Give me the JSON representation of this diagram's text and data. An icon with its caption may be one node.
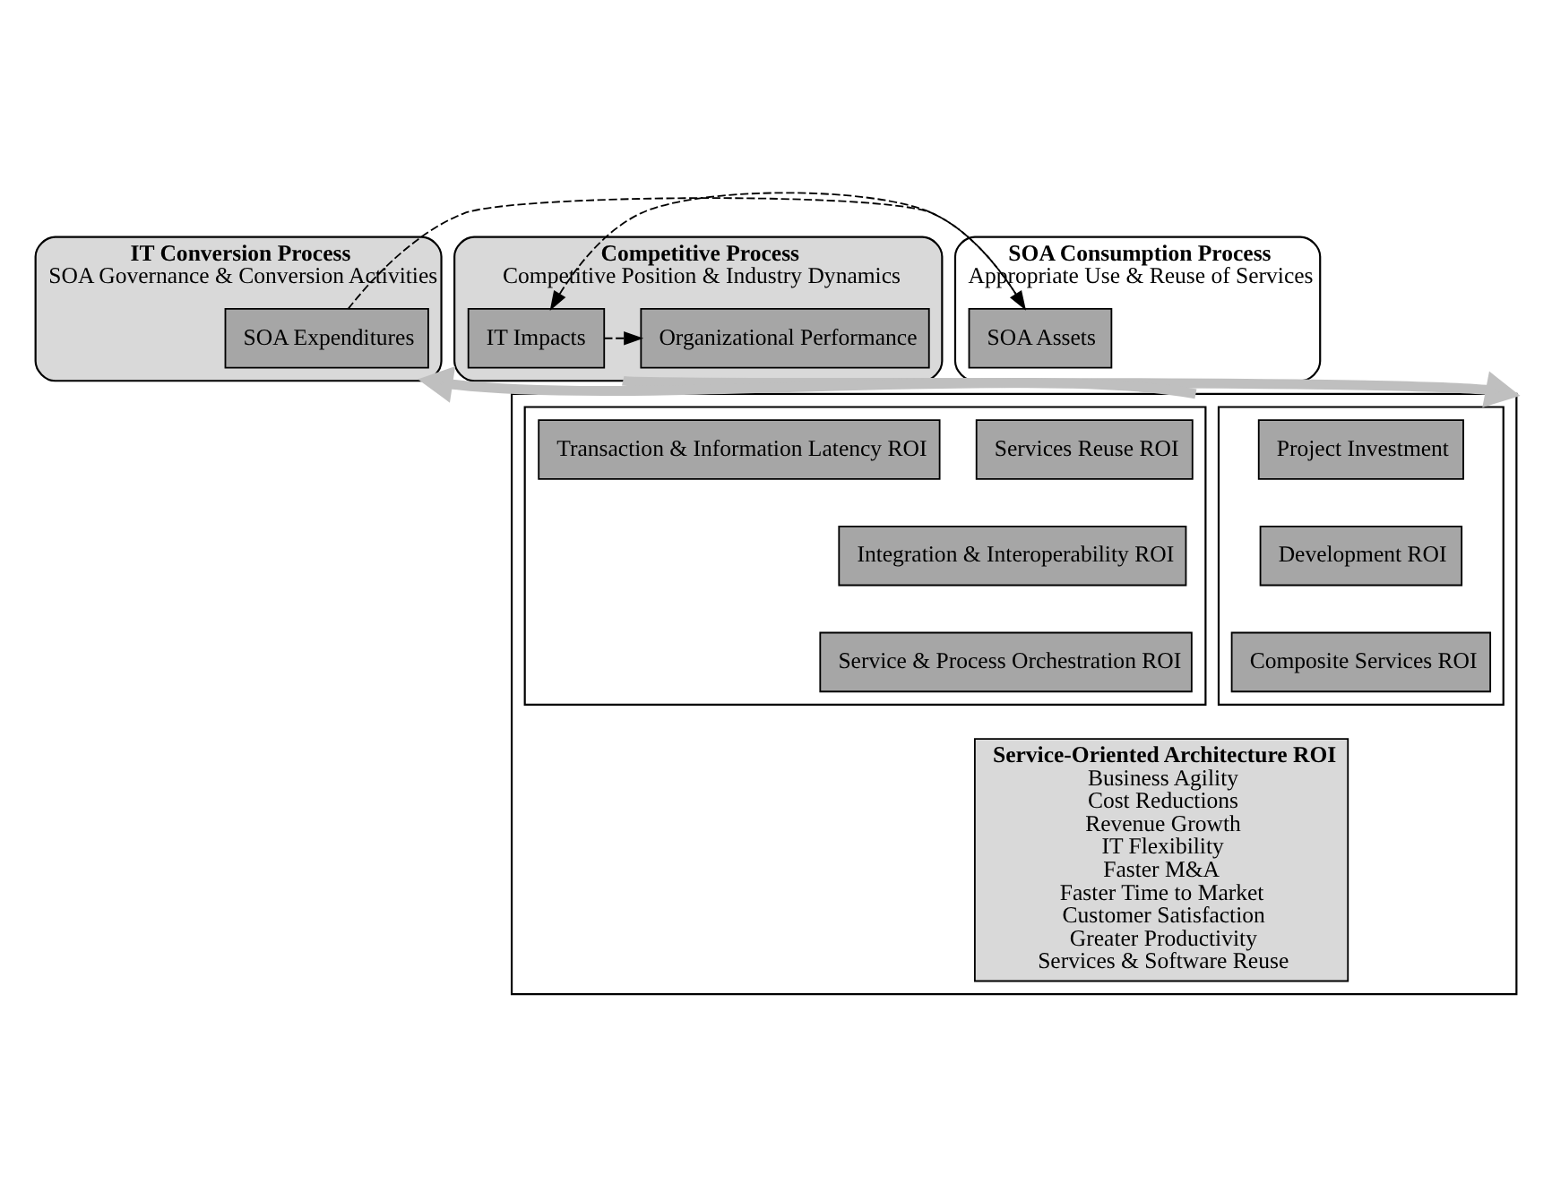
{
  "diagram": {
    "nodes": [
      {
        "text": [
          "IT Conversion Process",
          "SOA Governance & Conversion Activities"
        ]
      },
      {
        "text": [
          "SOA Expenditures"
        ],
        "in": 0
      },
      {
        "text": [
          "SOA Consumption Process",
          "Appropriate Use & Reuse of Services"
        ]
      },
      {
        "text": [
          "SOA Assets"
        ],
        "in": 2
      },
      {
        "text": [
          "Competitive Process",
          "Competitive Position & Industry Dynamics"
        ]
      },
      {
        "text": [
          "IT Impacts"
        ],
        "in": 4
      },
      {
        "text": [
          "Organizational Performance"
        ],
        "in": 4
      },
      {
        "text": [],
        "shape": "box"
      },
      {
        "text": [],
        "shape": "box",
        "in": 7
      },
      {
        "text": [
          "Project Investment"
        ],
        "in": 8
      },
      {
        "text": [
          "Development ROI"
        ],
        "in": 8
      },
      {
        "text": [
          "Composite Services ROI"
        ],
        "in": 8
      },
      {
        "text": [],
        "shape": "box",
        "in": 7
      },
      {
        "text": [
          "Services Reuse ROI"
        ],
        "in": 12
      },
      {
        "text": [
          "Integration & Interoperability ROI"
        ],
        "in": 12
      },
      {
        "text": [
          "Service & Process Orchestration ROI"
        ],
        "in": 12
      },
      {
        "text": [
          "Transaction & Information Latency ROI"
        ],
        "in": 12
      },
      {
        "text": [
          "Service-Oriented Architecture ROI",
          "Business Agility",
          "Cost Reductions",
          "Revenue Growth",
          "IT Flexibility",
          "Faster M&A",
          "Faster Time to Market",
          "Customer Satisfaction",
          "Greater Productivity",
          "Services & Software Reuse"
        ],
        "in": 7
      }
    ],
    "edges": [
      {
        "from": 1,
        "to": 3,
        "arrow": "to",
        "style": "dashed"
      },
      {
        "from": 3,
        "to": 5,
        "arrow": "to",
        "style": "dashed"
      },
      {
        "from": 5,
        "to": 6,
        "arrow": "to",
        "style": "dashed"
      },
      {
        "from": 7,
        "to": 0,
        "arrow": "to",
        "style": "thick",
        "color": "#bfbfbf"
      },
      {
        "from": 4,
        "to": 7,
        "arrow": "to",
        "style": "thick",
        "color": "#bfbfbf"
      }
    ]
  }
}
